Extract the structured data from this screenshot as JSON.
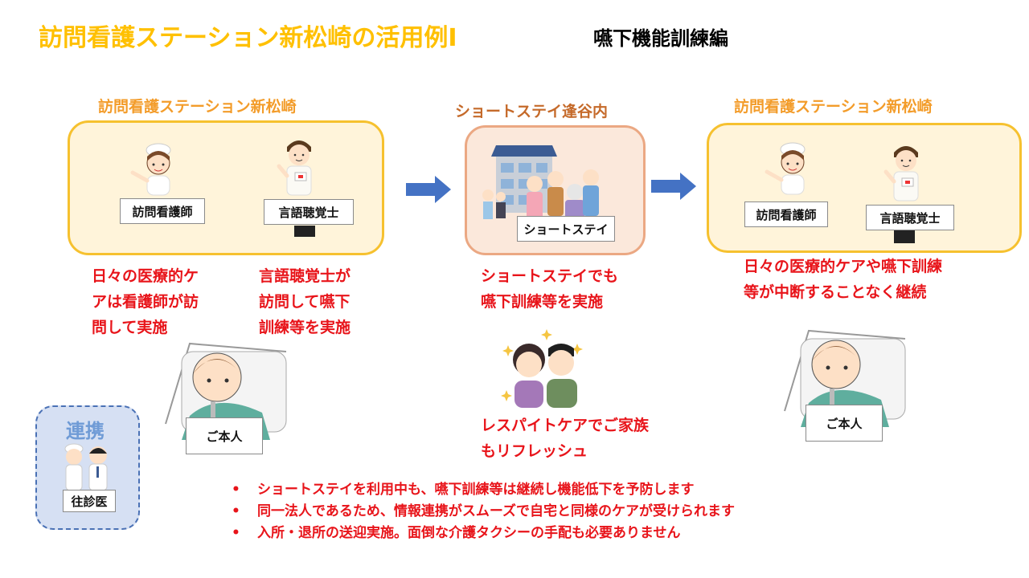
{
  "header": {
    "title": "訪問看護ステーション新松崎の活用例Ⅰ",
    "subtitle": "嚥下機能訓練編"
  },
  "colors": {
    "title": "#FFC000",
    "section_title": "#F39C2A",
    "section_title_shortstay": "#C56A2A",
    "accent_red": "#E8141A",
    "arrow": "#4472C4",
    "station_box_border": "#F6C12F",
    "station_box_fill": "#FFF4DA",
    "shortstay_box_border": "#EBA883",
    "shortstay_box_fill": "#FBE8DB",
    "renkei_box_fill": "#D6E0F3"
  },
  "left_station": {
    "title": "訪問看護ステーション新松崎",
    "nurse_label": "訪問看護師",
    "therapist_label": "言語聴覚士",
    "nurse_note": [
      "日々の医療的ケ",
      "アは看護師が訪",
      "問して実施"
    ],
    "therapist_note": [
      "言語聴覚士が",
      "訪問して嚥下",
      "訓練等を実施"
    ]
  },
  "shortstay": {
    "title": "ショートステイ逢谷内",
    "label": "ショートステイ",
    "note": [
      "ショートステイでも",
      "嚥下訓練等を実施"
    ],
    "respite_note": [
      "レスパイトケアでご家族",
      "もリフレッシュ"
    ]
  },
  "right_station": {
    "title": "訪問看護ステーション新松崎",
    "nurse_label": "訪問看護師",
    "therapist_label": "言語聴覚士",
    "note": [
      "日々の医療的ケアや嚥下訓練",
      "等が中断することなく継続"
    ]
  },
  "patient": {
    "label": "ご本人"
  },
  "renkei": {
    "title": "連携",
    "label": "往診医"
  },
  "bullets": [
    "ショートステイを利用中も、嚥下訓練等は継続し機能低下を予防します",
    "同一法人であるため、情報連携がスムーズで自宅と同様のケアが受けられます",
    "入所・退所の送迎実施。面倒な介護タクシーの手配も必要ありません"
  ]
}
